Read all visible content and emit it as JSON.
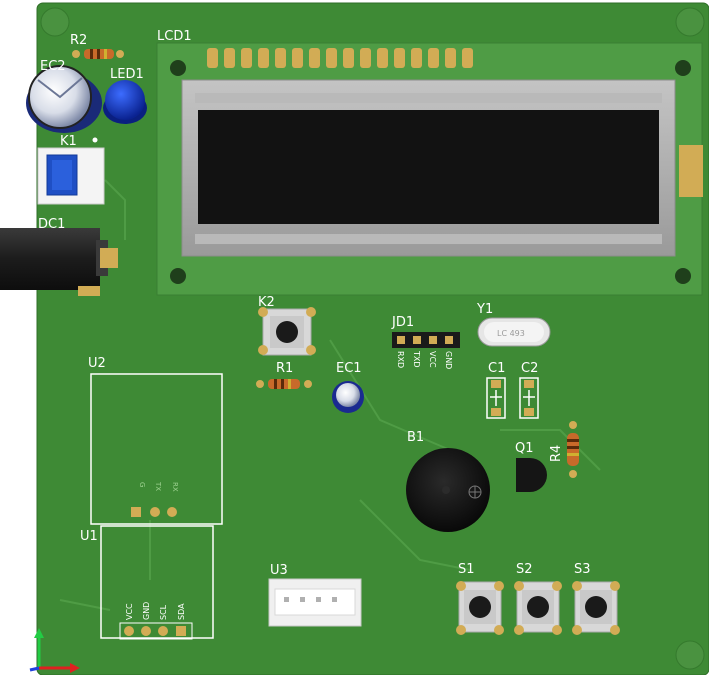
{
  "labels": {
    "r2": "R2",
    "ec2": "EC2",
    "led1": "LED1",
    "lcd1": "LCD1",
    "k1": "K1",
    "dc1": "DC1",
    "k2": "K2",
    "r1": "R1",
    "ec1": "EC1",
    "jd1": "JD1",
    "y1": "Y1",
    "c1": "C1",
    "c2": "C2",
    "r4": "R4",
    "q1": "Q1",
    "b1": "B1",
    "u2": "U2",
    "u1": "U1",
    "u3": "U3",
    "s1": "S1",
    "s2": "S2",
    "s3": "S3"
  },
  "jd1_pins": [
    "RXD",
    "TXD",
    "VCC",
    "GND"
  ],
  "u1_pins": [
    "VCC",
    "GND",
    "SCL",
    "SDA"
  ],
  "u2_pins": [
    "G",
    "TX",
    "RX"
  ],
  "y1_marking": "LC 493",
  "colors": {
    "pcb": "#3e8a35",
    "lcd_board": "#4f9c45",
    "copper": "#d2ac55",
    "silkscreen": "#ffffff",
    "lcd_screen": "#121212",
    "lcd_bezel": "#a7a7a7",
    "button_blue": "#1f4fc4",
    "led_blue": "#1438c8"
  }
}
